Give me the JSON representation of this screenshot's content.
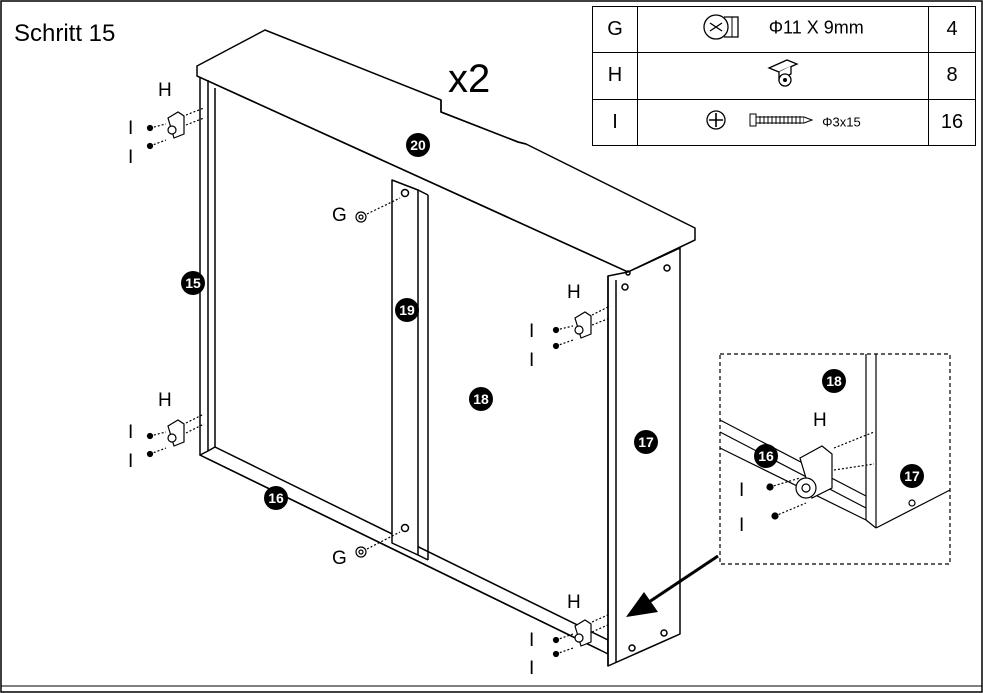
{
  "title": "Schritt 15",
  "multiplier": "x2",
  "parts": [
    {
      "letter": "G",
      "icon": "cam-lock-icon",
      "size": "Φ11 X 9mm",
      "qty": "4"
    },
    {
      "letter": "H",
      "icon": "caster-wheel-icon",
      "size": "",
      "qty": "8"
    },
    {
      "letter": "I",
      "icon": "screw-icon",
      "size": "Φ3x15",
      "qty": "16"
    }
  ],
  "panels": {
    "p15": "15",
    "p16": "16",
    "p17": "17",
    "p18": "18",
    "p19": "19",
    "p20": "20"
  },
  "labels": {
    "g": "G",
    "h": "H",
    "i": "I"
  },
  "detail": {
    "p18": "18",
    "p17": "17",
    "p16": "16",
    "h": "H",
    "i": "I"
  }
}
